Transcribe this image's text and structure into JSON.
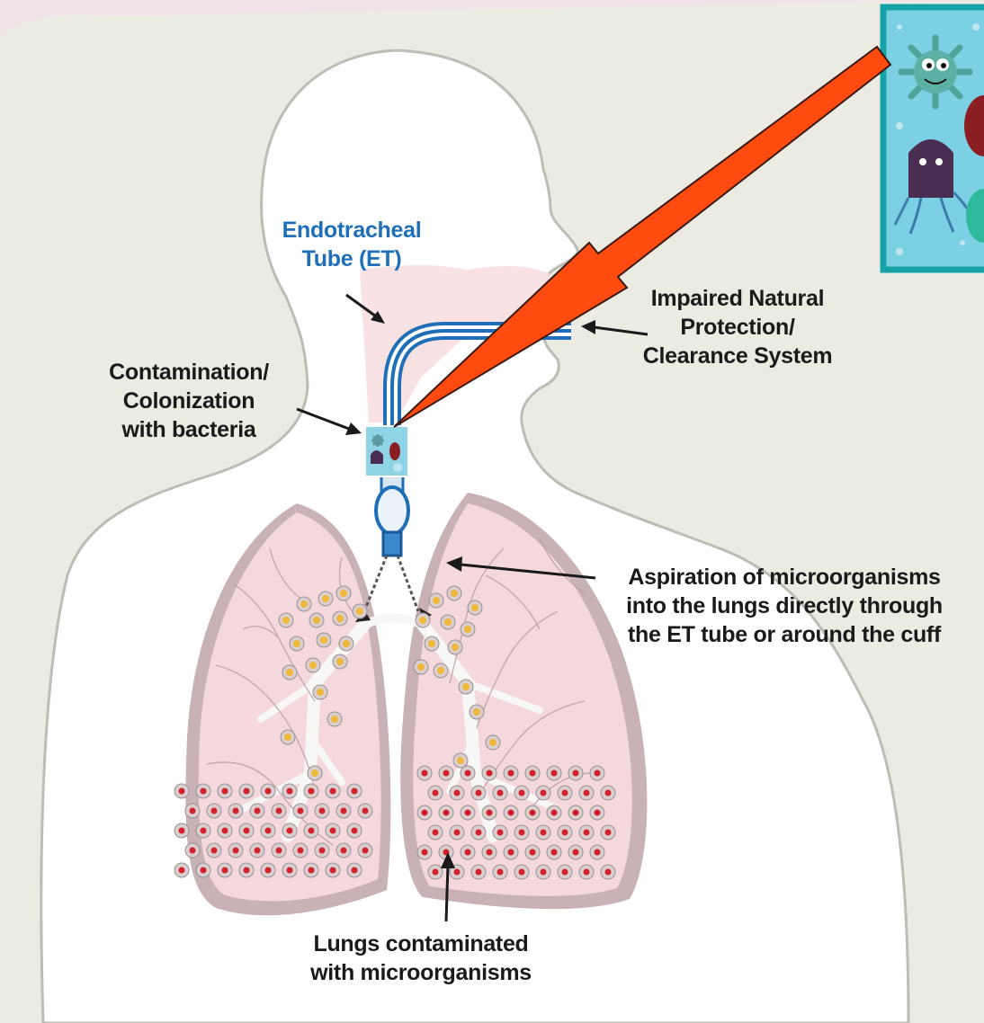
{
  "colors": {
    "page_background": "#f3e4ea",
    "panel_background": "#ecebe1",
    "body_fill": "#ffffff",
    "lung_fill": "#f4d8dc",
    "tube_blue": "#1f6fb8",
    "callout_arrow": "#ff4a10",
    "inset_frame": "#16a3a8",
    "inset_fill": "#7cd0e4",
    "bacteria_red_dot": "#d4202c",
    "bacteria_yellow_dot": "#f0b83a"
  },
  "labels": {
    "endotracheal_tube": [
      "Endotracheal",
      "Tube (ET)"
    ],
    "impaired_protection": [
      "Impaired Natural",
      "Protection/",
      "Clearance System"
    ],
    "contamination": [
      "Contamination/",
      "Colonization",
      "with bacteria"
    ],
    "aspiration": [
      "Aspiration of microorganisms",
      "into the lungs directly through",
      "the ET tube or around the cuff"
    ],
    "lungs_contaminated": [
      "Lungs contaminated",
      "with microorganisms"
    ]
  },
  "icons": {
    "inset": "microbes-cartoon-icon",
    "tube_patch": "microbes-patch-icon",
    "callout": "callout-arrow-icon"
  }
}
